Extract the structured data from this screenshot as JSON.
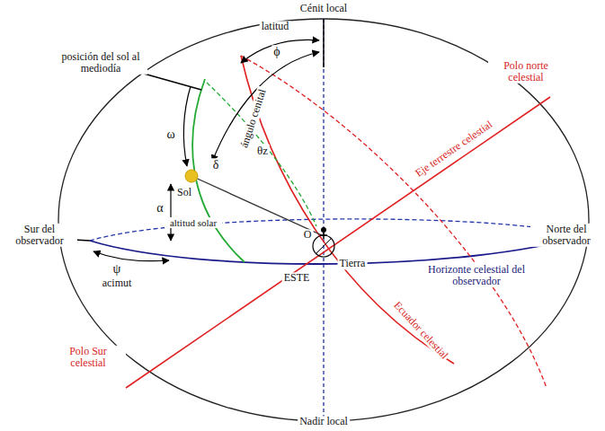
{
  "diagram": {
    "labels": [
      "Cénit local",
      "latitud",
      "ϕ",
      "posición del sol al mediodía",
      "ángulo cenital",
      "θz",
      "Polo norte celestial",
      "Eje terrestre celestial",
      "ω",
      "δ",
      "Sol",
      "α",
      "altitud solar",
      "Sur del observador",
      "Norte del observador",
      "ψ",
      "acimut",
      "ESTE",
      "O",
      "Tierra",
      "Horizonte celestial del observador",
      "Ecuador celestial",
      "Polo Sur celestial",
      "Nadir local"
    ]
  }
}
